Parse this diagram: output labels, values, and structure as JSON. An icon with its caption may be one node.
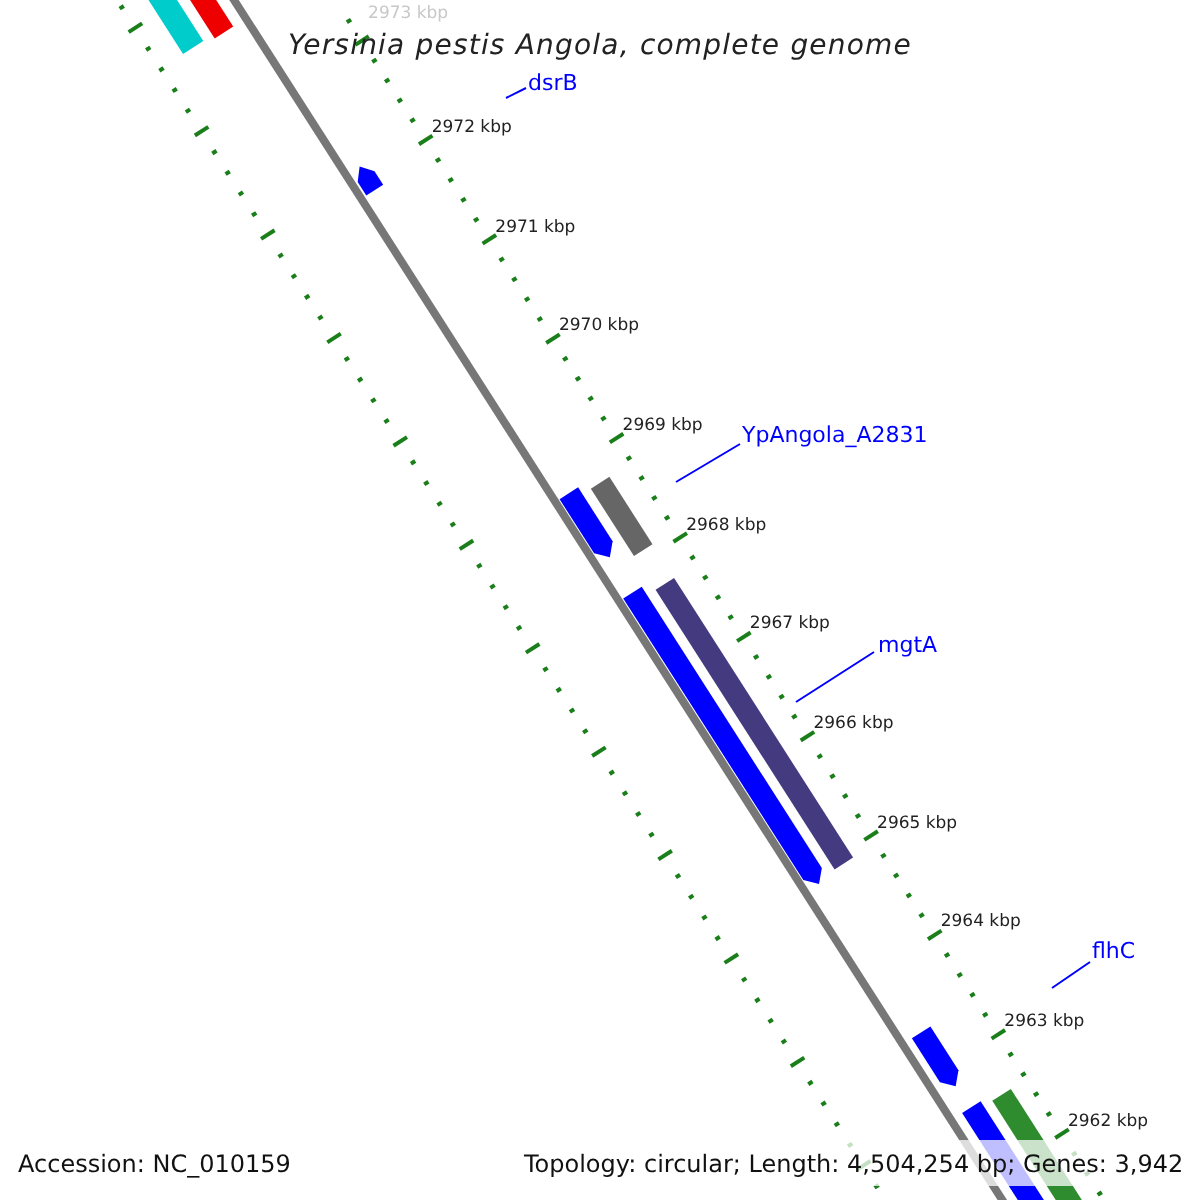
{
  "diagram": {
    "title": "Yersinia pestis Angola, complete genome",
    "nodes": [
      {
        "text": [
          "dsrB"
        ]
      },
      {
        "text": [
          "YpAngola_A2831"
        ]
      },
      {
        "text": [
          "mgtA"
        ]
      },
      {
        "text": [
          "flhC"
        ]
      }
    ],
    "edges": [
      {
        "from": 0,
        "to": null,
        "arrow": "none"
      },
      {
        "from": 1,
        "to": null,
        "arrow": "none"
      },
      {
        "from": 2,
        "to": null,
        "arrow": "none"
      },
      {
        "from": 3,
        "to": null,
        "arrow": "none"
      }
    ],
    "labels": [
      "2973 kbp",
      "2972 kbp",
      "2971 kbp",
      "2970 kbp",
      "2969 kbp",
      "2968 kbp",
      "2967 kbp",
      "2966 kbp",
      "2965 kbp",
      "2964 kbp",
      "2963 kbp",
      "2962 kbp",
      "Accession: NC_010159",
      "Topology: circular; Length: 4,504,254 bp; Genes: 3,942"
    ]
  }
}
